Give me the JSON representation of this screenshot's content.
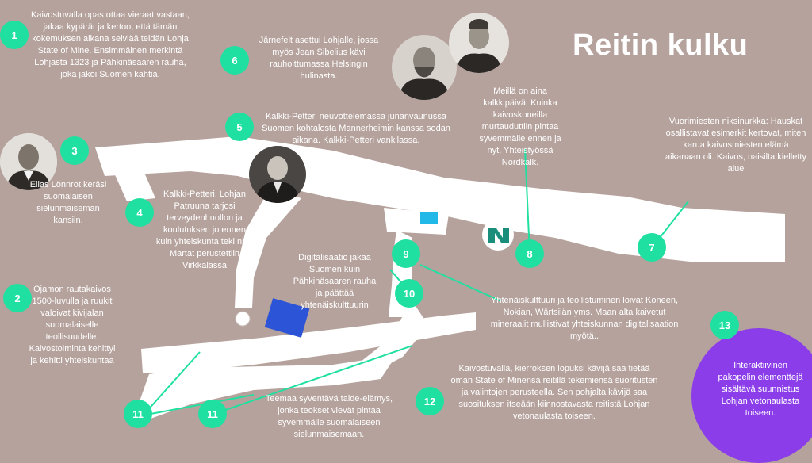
{
  "title": "Reitin kulku",
  "accent": "#1fe0a0",
  "purple": "#8a3de8",
  "stops": [
    {
      "num": "1",
      "text": "Kaivostuvalla opas ottaa vieraat vastaan, jakaa kypärät ja kertoo, että tämän kokemuksen aikana selviää teidän Lohja State of Mine. Ensimmäinen merkintä Lohjasta 1323 ja Pähkinäsaaren rauha, joka jakoi Suomen kahtia."
    },
    {
      "num": "2",
      "text": "Ojamon rautakaivos 1500-luvulla ja ruukit valoivat kivijalan suomalaiselle teollisuudelle. Kaivostoiminta kehittyi ja kehitti yhteiskuntaa"
    },
    {
      "num": "3",
      "text": "Elias Lönnrot keräsi suomalaisen sielunmaiseman kansiin."
    },
    {
      "num": "4",
      "text": "Kalkki-Petteri, Lohjan Patruuna tarjosi terveydenhuollon ja koulutuksen jo ennen kuin yhteiskunta teki niin. Martat perustettiin Virkkalassa"
    },
    {
      "num": "5",
      "text": "Kalkki-Petteri neuvottelemassa junanvaunussa Suomen kohtalosta Mannerheimin kanssa sodan aikana. Kalkki-Petteri vankilassa."
    },
    {
      "num": "6",
      "text": "Järnefelt asettui Lohjalle, jossa myös Jean Sibelius kävi rauhoittumassa Helsingin hulinasta."
    },
    {
      "num": "7",
      "text": "Vuorimiesten niksinurkka: Hauskat osallistavat esimerkit kertovat, miten karua kaivosmiesten elämä aikanaan oli. Kaivos, naisilta kielletty alue"
    },
    {
      "num": "8",
      "text": "Meillä on aina kalkkipäivä. Kuinka kaivoskoneilla murtauduttiin pintaa syvemmälle ennen ja nyt. Yhteistyössä Nordkalk."
    },
    {
      "num": "9",
      "text": "Yhtenäiskulttuuri ja teollistuminen loivat Koneen, Nokian, Wärtsilän yms. Maan alta kaivetut mineraalit mullistivat yhteiskunnan digitalisaation myötä.."
    },
    {
      "num": "10",
      "text": "Digitalisaatio jakaa Suomen kuin Pähkinäsaaren rauha ja päättää yhtenäiskulttuurin"
    },
    {
      "num": "11",
      "text": "Teemaa syventävä taide-elämys, jonka teokset vievät pintaa syvemmälle suomalaiseen sielunmaisemaan."
    },
    {
      "num": "12",
      "text": "Kaivostuvalla, kierroksen lopuksi kävijä saa tietää oman State of Minensa  reitillä tekemiensä suoritusten ja valintojen  perusteella. Sen pohjalta kävijä saa suosituksen itseään kiinnostavasta reitistä Lohjan vetonaulasta toiseen."
    },
    {
      "num": "13",
      "text": "Interaktiivinen pakopelin elementtejä sisältävä suunnistus Lohjan vetonaulasta toiseen."
    }
  ]
}
